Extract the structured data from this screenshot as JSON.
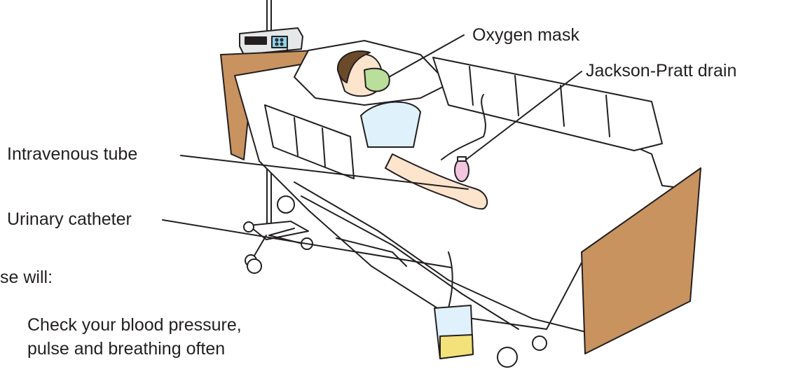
{
  "labels": {
    "oxygen_mask": "Oxygen mask",
    "jackson_pratt_drain": "Jackson-Pratt drain",
    "intravenous_tube": "Intravenous tube",
    "urinary_catheter": "Urinary catheter"
  },
  "body_text": {
    "intro_fragment": "se will:",
    "bullet_line_1": "Check your blood pressure,",
    "bullet_line_2": "pulse and breathing often"
  },
  "colors": {
    "headboard": "#c8935f",
    "line": "#231f20",
    "mask": "#b9df9a",
    "gown": "#dff2fb",
    "skin": "#fde4cd",
    "hair": "#6b4a2b",
    "drain_bulb": "#f2c6de",
    "urine": "#f3e27a"
  }
}
